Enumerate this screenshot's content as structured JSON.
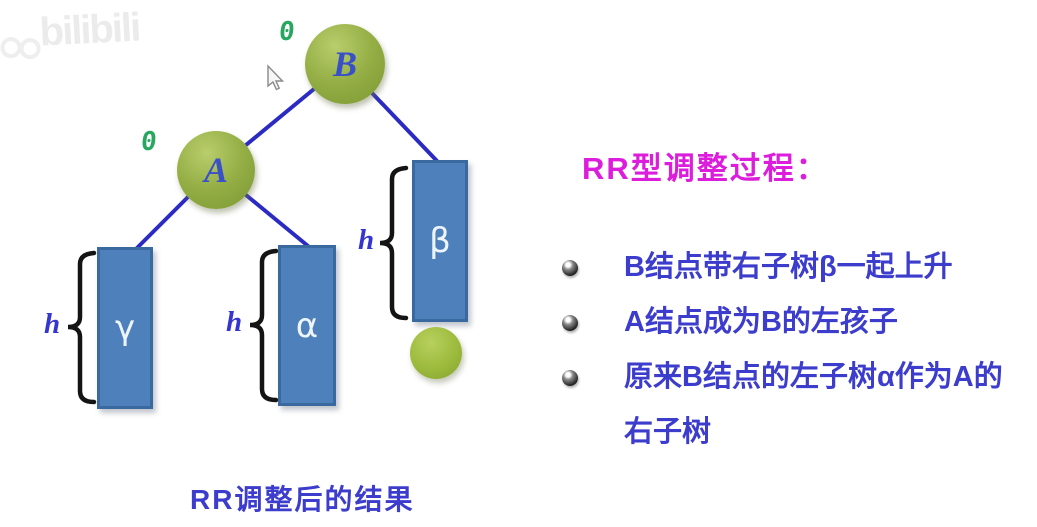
{
  "watermark": {
    "text": "bilibili"
  },
  "tree": {
    "node_b": {
      "label": "B",
      "balance": "0"
    },
    "node_a": {
      "label": "A",
      "balance": "0"
    },
    "subtree_gamma": {
      "label": "γ",
      "height": "h"
    },
    "subtree_alpha": {
      "label": "α",
      "height": "h"
    },
    "subtree_beta": {
      "label": "β",
      "height": "h"
    },
    "caption": "RR调整后的结果"
  },
  "panel": {
    "title": "RR型调整过程：",
    "bullets": [
      {
        "text": "B结点带右子树β一起上升"
      },
      {
        "text": "A结点成为B的左孩子"
      },
      {
        "text": "原来B结点的左子树α作为A的右子树"
      }
    ]
  },
  "colors": {
    "node_green": "#94ae45",
    "subtree_blue": "#4e81bb",
    "edge_blue": "#2b2bc4",
    "balance_green": "#27a75f",
    "title_magenta": "#dc1edc",
    "text_blue": "#3c3ccd"
  }
}
